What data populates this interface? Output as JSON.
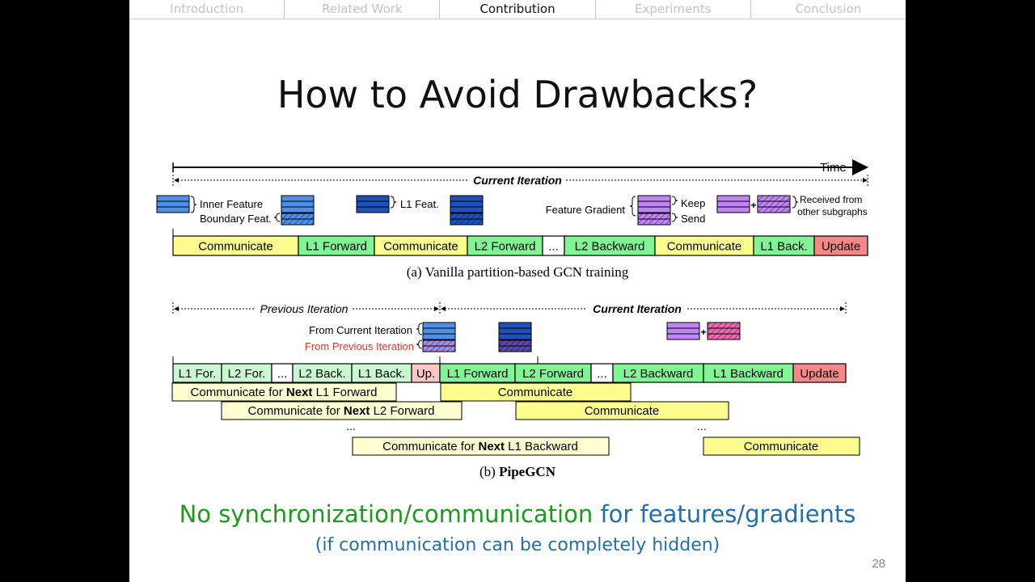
{
  "nav": {
    "tabs": [
      "Introduction",
      "Related Work",
      "Contribution",
      "Experiments",
      "Conclusion"
    ],
    "active": "Contribution"
  },
  "title": "How to Avoid Drawbacks?",
  "colors": {
    "yellow": "#fdfd8f",
    "pale_yellow": "#fefed0",
    "green": "#7ff593",
    "pale_green": "#c9f9d1",
    "red": "#f78787",
    "pale_red": "#fbc7c7",
    "light_blue": "#4f8fe8",
    "dark_blue": "#1f4fb8",
    "purple": "#c084f5",
    "pink": "#ec6ab4",
    "prev_red": "#d33a2c"
  },
  "diagram_a": {
    "time_label": "Time",
    "iteration_label": "Current Iteration",
    "legend": {
      "inner_feature": "Inner Feature",
      "boundary_feat": "Boundary Feat.",
      "l1_feat": "L1 Feat.",
      "feature_gradient": "Feature Gradient",
      "keep": "Keep",
      "send": "Send",
      "received_1": "Received from",
      "received_2": "other subgraphs"
    },
    "blocks": [
      "Communicate",
      "L1 Forward",
      "Communicate",
      "L2 Forward",
      "...",
      "L2 Backward",
      "Communicate",
      "L1 Back.",
      "Update"
    ],
    "caption": "(a) Vanilla partition-based GCN training"
  },
  "diagram_b": {
    "prev_iteration": "Previous Iteration",
    "curr_iteration": "Current Iteration",
    "from_current": "From Current Iteration",
    "from_previous": "From Previous Iteration",
    "blocks": [
      "L1 For.",
      "L2 For.",
      "...",
      "L2 Back.",
      "L1 Back.",
      "Up.",
      "L1 Forward",
      "L2 Forward",
      "...",
      "L2 Backward",
      "L1 Backward",
      "Update"
    ],
    "comm_blocks": [
      {
        "pre": "Communicate for ",
        "bold": "Next",
        "post": " L1 Forward"
      },
      {
        "pre": "Communicate for ",
        "bold": "Next",
        "post": " L2 Forward"
      },
      {
        "pre": "Communicate for ",
        "bold": "Next",
        "post": " L1 Backward"
      }
    ],
    "comm_right": [
      "Communicate",
      "Communicate",
      "Communicate"
    ],
    "ellipsis": "...",
    "caption_prefix": "(b) ",
    "caption_name": "PipeGCN"
  },
  "bottom": {
    "line1_green": "No synchronization/communication",
    "line1_blue": " for features/gradients",
    "line2": "(if communication can be completely hidden)"
  },
  "page_number": "28"
}
